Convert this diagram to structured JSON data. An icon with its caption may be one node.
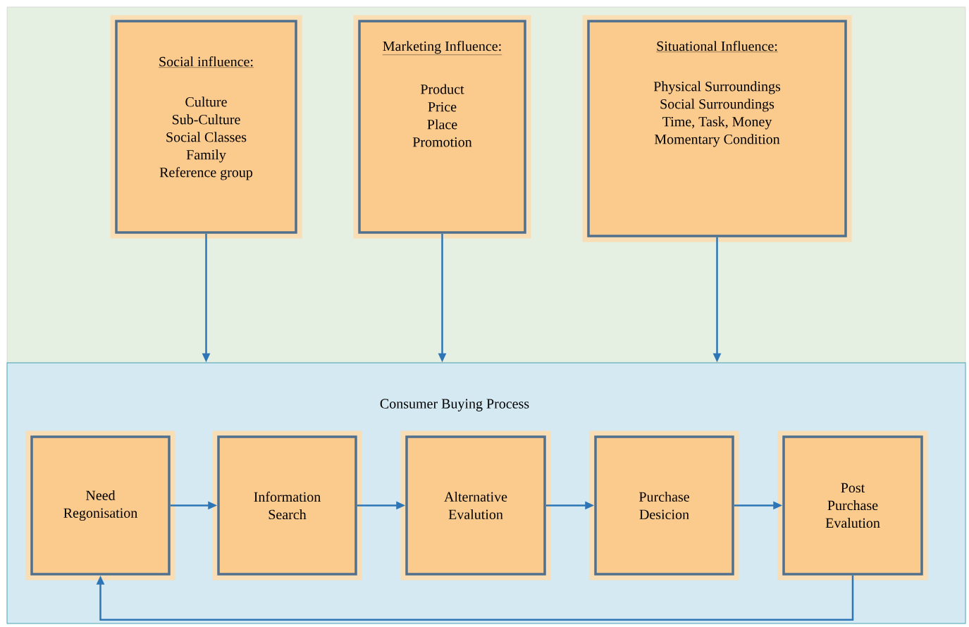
{
  "diagram": {
    "nodes": [
      {
        "text": [
          "Social influence:",
          "Culture Sub-Culture Social Classes Family Reference group"
        ]
      },
      {
        "text": [
          "Marketing Influence:",
          "Product Price Place Promotion"
        ]
      },
      {
        "text": [
          "Situational Influence:",
          "Physical Surroundings Social Surroundings Time, Task, Money Momentary Condition"
        ]
      },
      {
        "text": [
          "Consumer Buying Process"
        ]
      },
      {
        "text": [
          "Need Regonisation"
        ],
        "in": 3
      },
      {
        "text": [
          "Information Search"
        ],
        "in": 3
      },
      {
        "text": [
          "Alternative Evalution"
        ],
        "in": 3
      },
      {
        "text": [
          "Purchase Desicion"
        ],
        "in": 3
      },
      {
        "text": [
          "Post Purchase Evalution"
        ],
        "in": 3
      }
    ],
    "edges": [
      {
        "from": 0,
        "to": 3,
        "arrow": "to"
      },
      {
        "from": 1,
        "to": 3,
        "arrow": "to"
      },
      {
        "from": 2,
        "to": 3,
        "arrow": "to"
      },
      {
        "from": 4,
        "to": 5,
        "arrow": "to"
      },
      {
        "from": 5,
        "to": 6,
        "arrow": "to"
      },
      {
        "from": 6,
        "to": 7,
        "arrow": "to"
      },
      {
        "from": 7,
        "to": 8,
        "arrow": "to"
      },
      {
        "from": 8,
        "to": 4,
        "arrow": "to"
      }
    ]
  }
}
